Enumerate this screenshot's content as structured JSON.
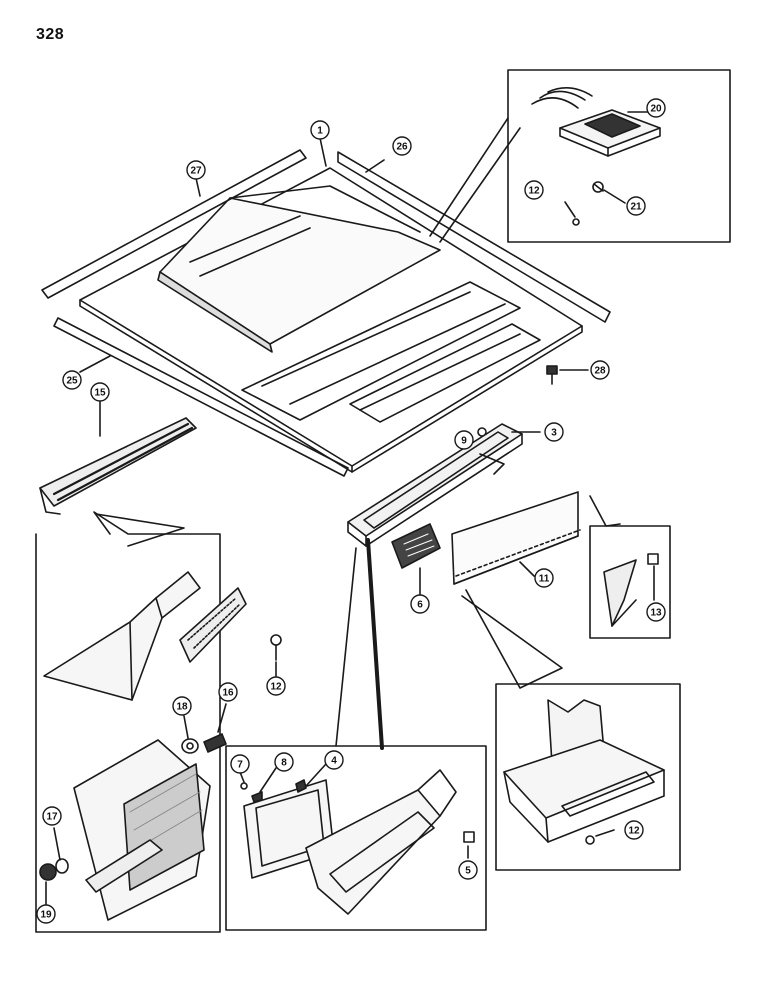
{
  "page": {
    "number": "328"
  },
  "colors": {
    "ink": "#1a1a1a",
    "paper": "#ffffff",
    "shade": "#555555"
  },
  "callouts": [
    {
      "id": "c1",
      "label": "1"
    },
    {
      "id": "c26",
      "label": "26"
    },
    {
      "id": "c27",
      "label": "27"
    },
    {
      "id": "c20",
      "label": "20"
    },
    {
      "id": "c12a",
      "label": "12"
    },
    {
      "id": "c21",
      "label": "21"
    },
    {
      "id": "c28",
      "label": "28"
    },
    {
      "id": "c25",
      "label": "25"
    },
    {
      "id": "c15",
      "label": "15"
    },
    {
      "id": "c9",
      "label": "9"
    },
    {
      "id": "c3",
      "label": "3"
    },
    {
      "id": "c6",
      "label": "6"
    },
    {
      "id": "c11",
      "label": "11"
    },
    {
      "id": "c13",
      "label": "13"
    },
    {
      "id": "c12b",
      "label": "12"
    },
    {
      "id": "c18",
      "label": "18"
    },
    {
      "id": "c16",
      "label": "16"
    },
    {
      "id": "c17",
      "label": "17"
    },
    {
      "id": "c19",
      "label": "19"
    },
    {
      "id": "c7",
      "label": "7"
    },
    {
      "id": "c8",
      "label": "8"
    },
    {
      "id": "c4",
      "label": "4"
    },
    {
      "id": "c5",
      "label": "5"
    },
    {
      "id": "c12c",
      "label": "12"
    }
  ]
}
